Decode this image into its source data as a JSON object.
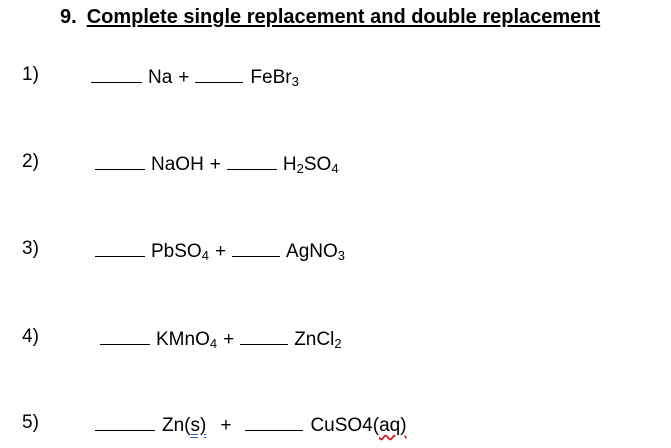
{
  "heading": {
    "number": "9.",
    "title": "Complete single replacement and double replacement"
  },
  "problems": [
    {
      "index": "1)",
      "reactant1": "Na",
      "plus": "+",
      "reactant2_main": "FeBr",
      "reactant2_sub": "3"
    },
    {
      "index": "2)",
      "reactant1": "NaOH",
      "plus": "+",
      "reactant2_pre": "H",
      "reactant2_sub1": "2",
      "reactant2_mid": "SO",
      "reactant2_sub2": "4"
    },
    {
      "index": "3)",
      "reactant1_main": "PbSO",
      "reactant1_sub": "4",
      "plus": "+",
      "reactant2_main": "AgNO",
      "reactant2_sub": "3"
    },
    {
      "index": "4)",
      "reactant1_main": "KMnO",
      "reactant1_sub": "4",
      "plus": "+",
      "reactant2_main": "ZnCl",
      "reactant2_sub": "2"
    },
    {
      "index": "5)",
      "reactant1_main": "Zn(",
      "reactant1_state": "s)",
      "plus": "+",
      "reactant2_main": "CuSO4(",
      "reactant2_state": "aq)"
    }
  ]
}
